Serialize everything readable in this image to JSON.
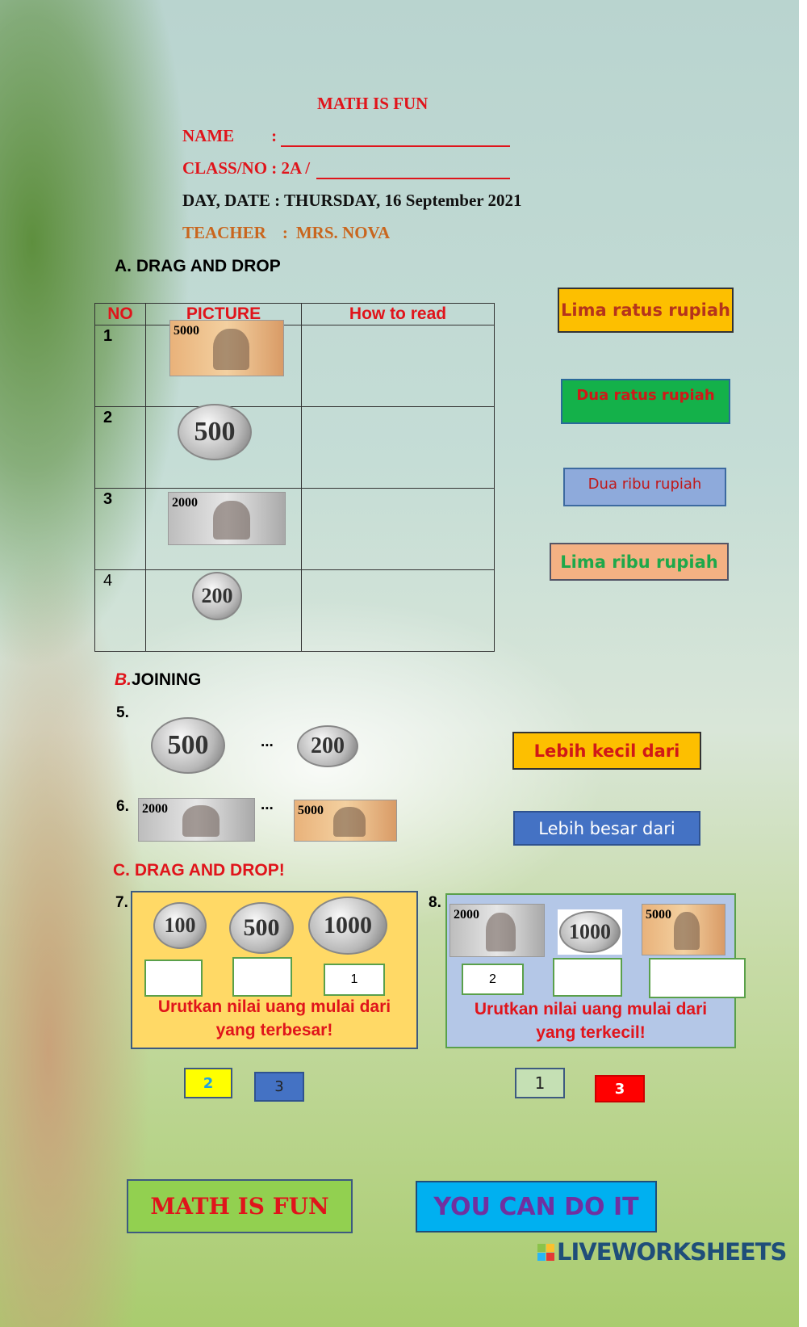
{
  "header": {
    "title": "MATH IS FUN",
    "name_label": "NAME",
    "colon": ":",
    "class_label": "CLASS/NO : 2A /",
    "date_label": "DAY, DATE : THURSDAY, 16 September 2021",
    "teacher_label": "TEACHER",
    "teacher_colon": ":",
    "teacher_name": "MRS. NOVA"
  },
  "sectionA": {
    "title_letter": "A.",
    "title": "DRAG AND DROP",
    "columns": [
      "NO",
      "PICTURE",
      "How to read"
    ],
    "rows": [
      {
        "no": "1",
        "picture": "5000"
      },
      {
        "no": "2",
        "picture": "500"
      },
      {
        "no": "3",
        "picture": "2000"
      },
      {
        "no": "4",
        "picture": "200"
      }
    ],
    "options": [
      "Lima ratus rupiah",
      "Dua ratus rupiah",
      "Dua ribu rupiah",
      "Lima ribu rupiah"
    ]
  },
  "sectionB": {
    "title_letter": "B.",
    "title": "JOINING",
    "q5": {
      "no": "5.",
      "left": "500",
      "dots": "...",
      "right": "200"
    },
    "q6": {
      "no": "6.",
      "left": "2000",
      "dots": "...",
      "right": "5000"
    },
    "options": [
      "Lebih kecil dari",
      "Lebih besar dari"
    ]
  },
  "sectionC": {
    "title": "C. DRAG AND DROP!",
    "q7": {
      "no": "7.",
      "coins": [
        "100",
        "500",
        "1000"
      ],
      "answers": [
        "",
        "",
        "1"
      ],
      "instruction_line1": "Urutkan nilai uang mulai dari",
      "instruction_line2": "yang terbesar!"
    },
    "q8": {
      "no": "8.",
      "items": [
        "2000",
        "1000",
        "5000"
      ],
      "answers": [
        "2",
        "",
        ""
      ],
      "instruction_line1": "Urutkan nilai uang mulai dari",
      "instruction_line2": "yang terkecil!"
    },
    "tiles": [
      "2",
      "3",
      "1",
      "3"
    ]
  },
  "footer": {
    "left": "MATH IS FUN",
    "right": "YOU CAN DO IT",
    "brand": "LIVEWORKSHEETS"
  }
}
